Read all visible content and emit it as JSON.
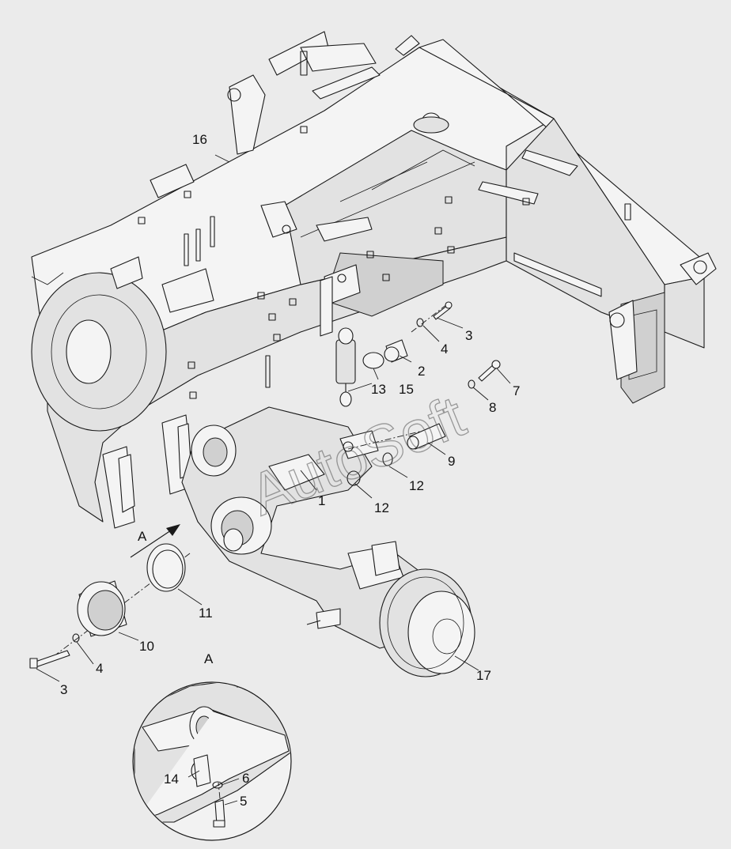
{
  "diagram": {
    "watermark": "AutoSoft",
    "view_label": "A",
    "detail_label": "A",
    "callouts": [
      {
        "id": "c1",
        "text": "1"
      },
      {
        "id": "c2",
        "text": "2"
      },
      {
        "id": "c3a",
        "text": "3"
      },
      {
        "id": "c3b",
        "text": "3"
      },
      {
        "id": "c4a",
        "text": "4"
      },
      {
        "id": "c4b",
        "text": "4"
      },
      {
        "id": "c5",
        "text": "5"
      },
      {
        "id": "c6",
        "text": "6"
      },
      {
        "id": "c7",
        "text": "7"
      },
      {
        "id": "c8",
        "text": "8"
      },
      {
        "id": "c9",
        "text": "9"
      },
      {
        "id": "c10",
        "text": "10"
      },
      {
        "id": "c11",
        "text": "11"
      },
      {
        "id": "c12a",
        "text": "12"
      },
      {
        "id": "c12b",
        "text": "12"
      },
      {
        "id": "c13",
        "text": "13"
      },
      {
        "id": "c14",
        "text": "14"
      },
      {
        "id": "c15",
        "text": "15"
      },
      {
        "id": "c16",
        "text": "16"
      },
      {
        "id": "c17",
        "text": "17"
      }
    ]
  }
}
